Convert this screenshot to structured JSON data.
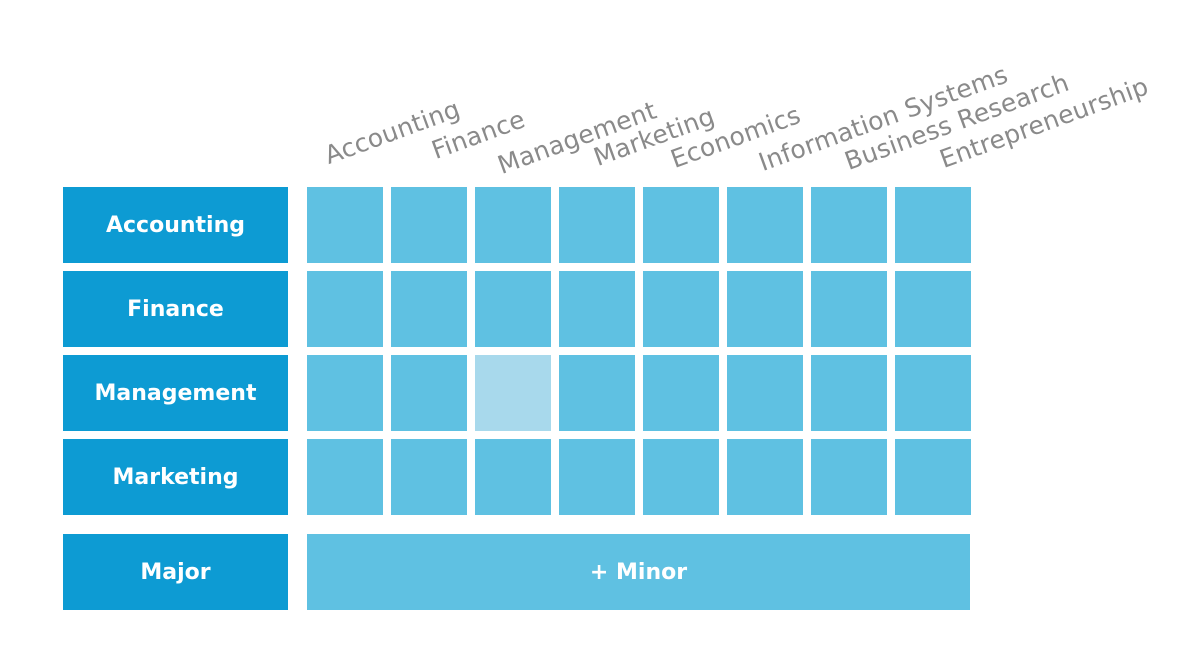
{
  "columns": [
    "Accounting",
    "Finance",
    "Management",
    "Marketing",
    "Economics",
    "Information Systems",
    "Business Research",
    "Entrepreneurship"
  ],
  "rows": [
    "Accounting",
    "Finance",
    "Management",
    "Marketing"
  ],
  "major_label": "Major",
  "minor_label": "+ Minor",
  "highlighted_cell": {
    "row": "Management",
    "column": "Management"
  },
  "colors": {
    "row_label_bg": "#0d9bd3",
    "cell_bg": "#5fc1e2",
    "highlight_bg": "#a8d9ec",
    "header_text": "#8a8a8a",
    "label_text": "#ffffff"
  }
}
